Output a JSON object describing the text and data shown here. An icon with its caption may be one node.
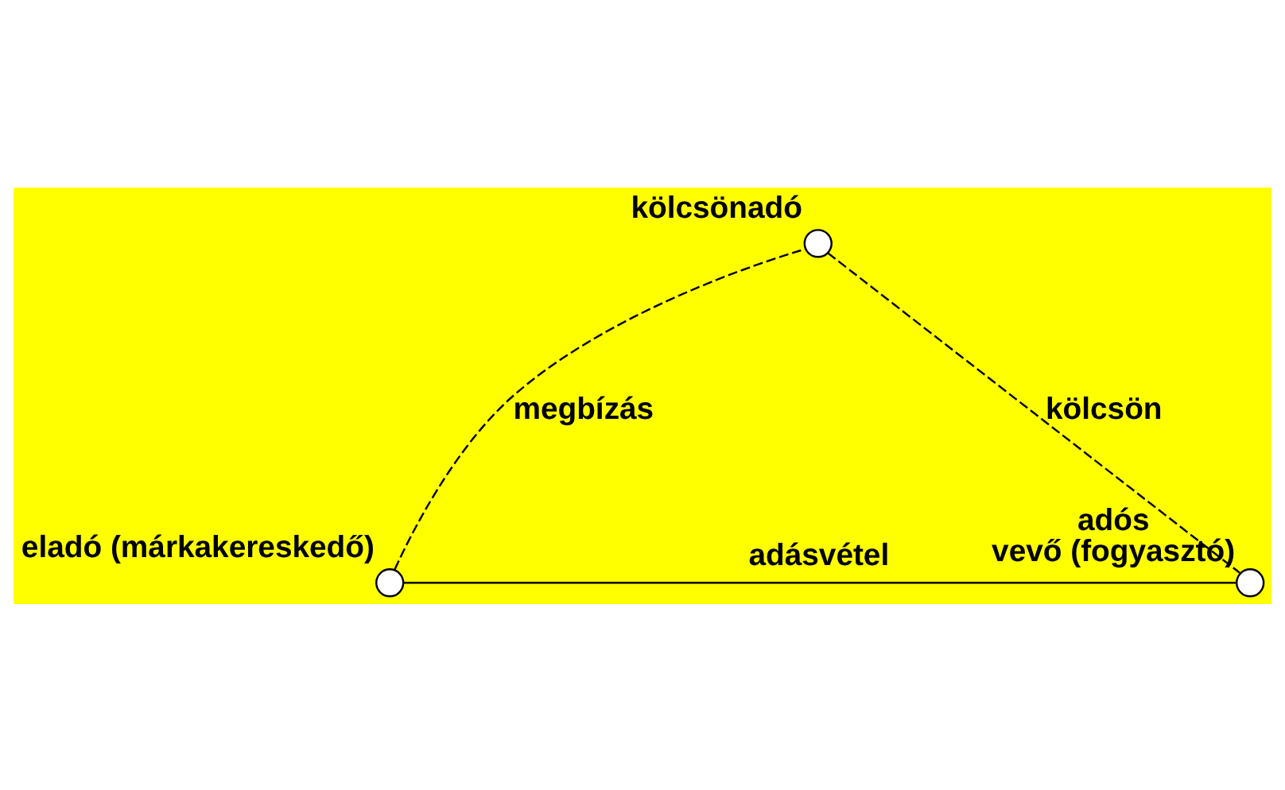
{
  "diagram": {
    "nodes": [
      {
        "text": [],
        "shape": "circle",
        "beside": [
          "kölcsönadó"
        ]
      },
      {
        "text": [],
        "shape": "circle",
        "beside": [
          "eladó (márkakereskedő)"
        ]
      },
      {
        "text": [],
        "shape": "circle",
        "beside": [
          "adós",
          "vevő (fogyasztó)"
        ]
      }
    ],
    "edges": [
      {
        "from": 1,
        "to": 0,
        "arrow": "none",
        "style": "dashed",
        "label": "megbízás"
      },
      {
        "from": 1,
        "to": 2,
        "arrow": "none",
        "label": "adásvétel"
      },
      {
        "from": 0,
        "to": 2,
        "arrow": "none",
        "style": "dashed",
        "label": "kölcsön"
      }
    ]
  }
}
